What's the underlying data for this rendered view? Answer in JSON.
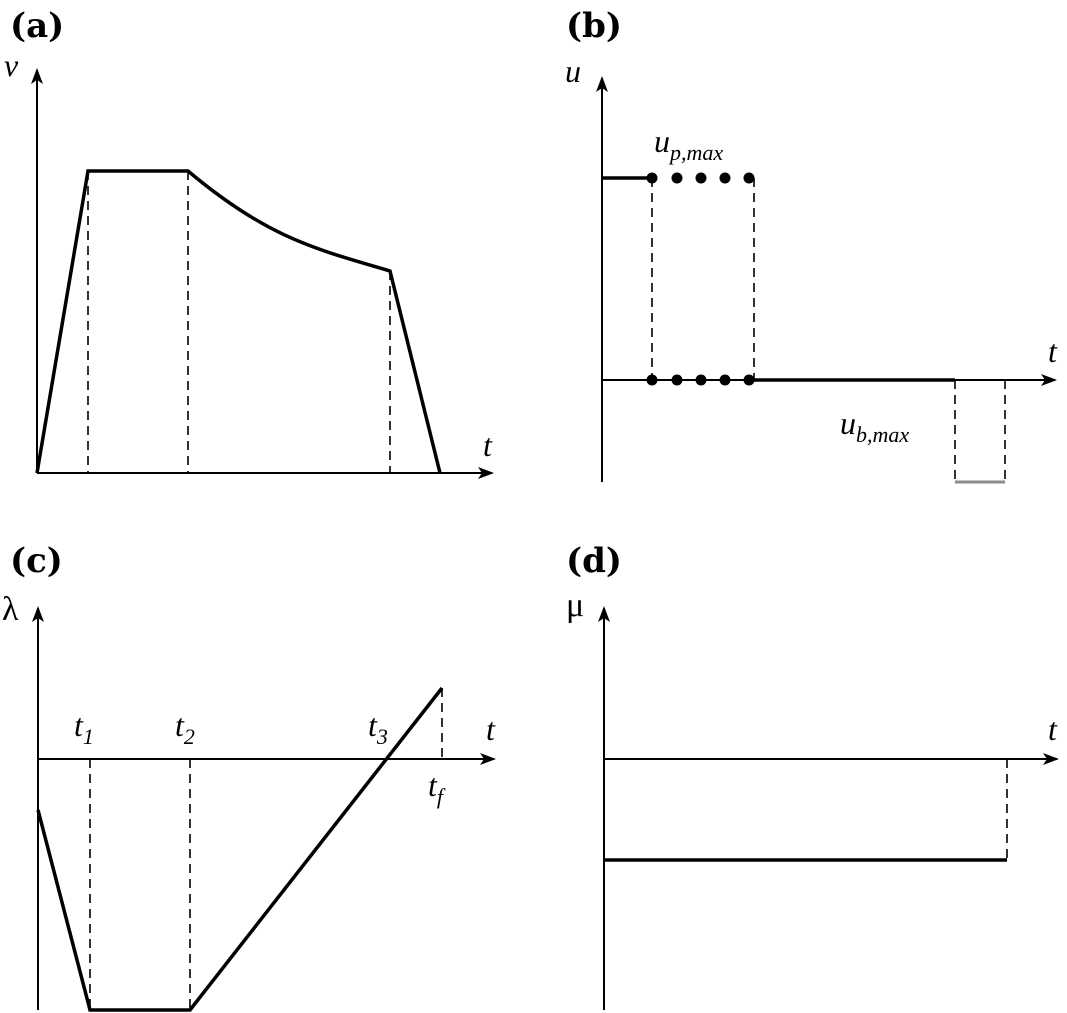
{
  "panels": {
    "a": {
      "label": "(a)",
      "yvar": "v",
      "xvar": "t"
    },
    "b": {
      "label": "(b)",
      "yvar": "u",
      "xvar": "t",
      "upper_main": "u",
      "upper_sub": "p,max",
      "lower_main": "u",
      "lower_sub": "b,max"
    },
    "c": {
      "label": "(c)",
      "yvar": "λ",
      "xvar": "t",
      "ticks": [
        {
          "main": "t",
          "sub": "1"
        },
        {
          "main": "t",
          "sub": "2"
        },
        {
          "main": "t",
          "sub": "3"
        },
        {
          "main": "t",
          "sub": "f"
        }
      ]
    },
    "d": {
      "label": "(d)",
      "yvar": "μ",
      "xvar": "t"
    }
  },
  "colors": {
    "line": "#000000",
    "braking_segment": "#8a8a8a",
    "background": "#ffffff"
  }
}
